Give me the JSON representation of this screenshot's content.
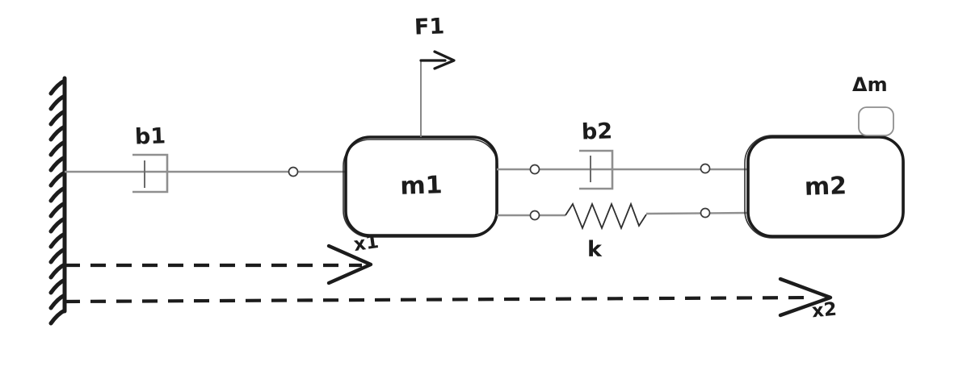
{
  "diagram": {
    "labels": {
      "force": "F1",
      "damper1": "b1",
      "damper2": "b2",
      "mass1": "m1",
      "mass2": "m2",
      "spring": "k",
      "delta_mass": "Δm",
      "displacement1": "x1",
      "displacement2": "x2"
    },
    "colors": {
      "ink": "#1c1c1c",
      "rod_gray": "#8f8f8f",
      "background": "#ffffff"
    }
  }
}
